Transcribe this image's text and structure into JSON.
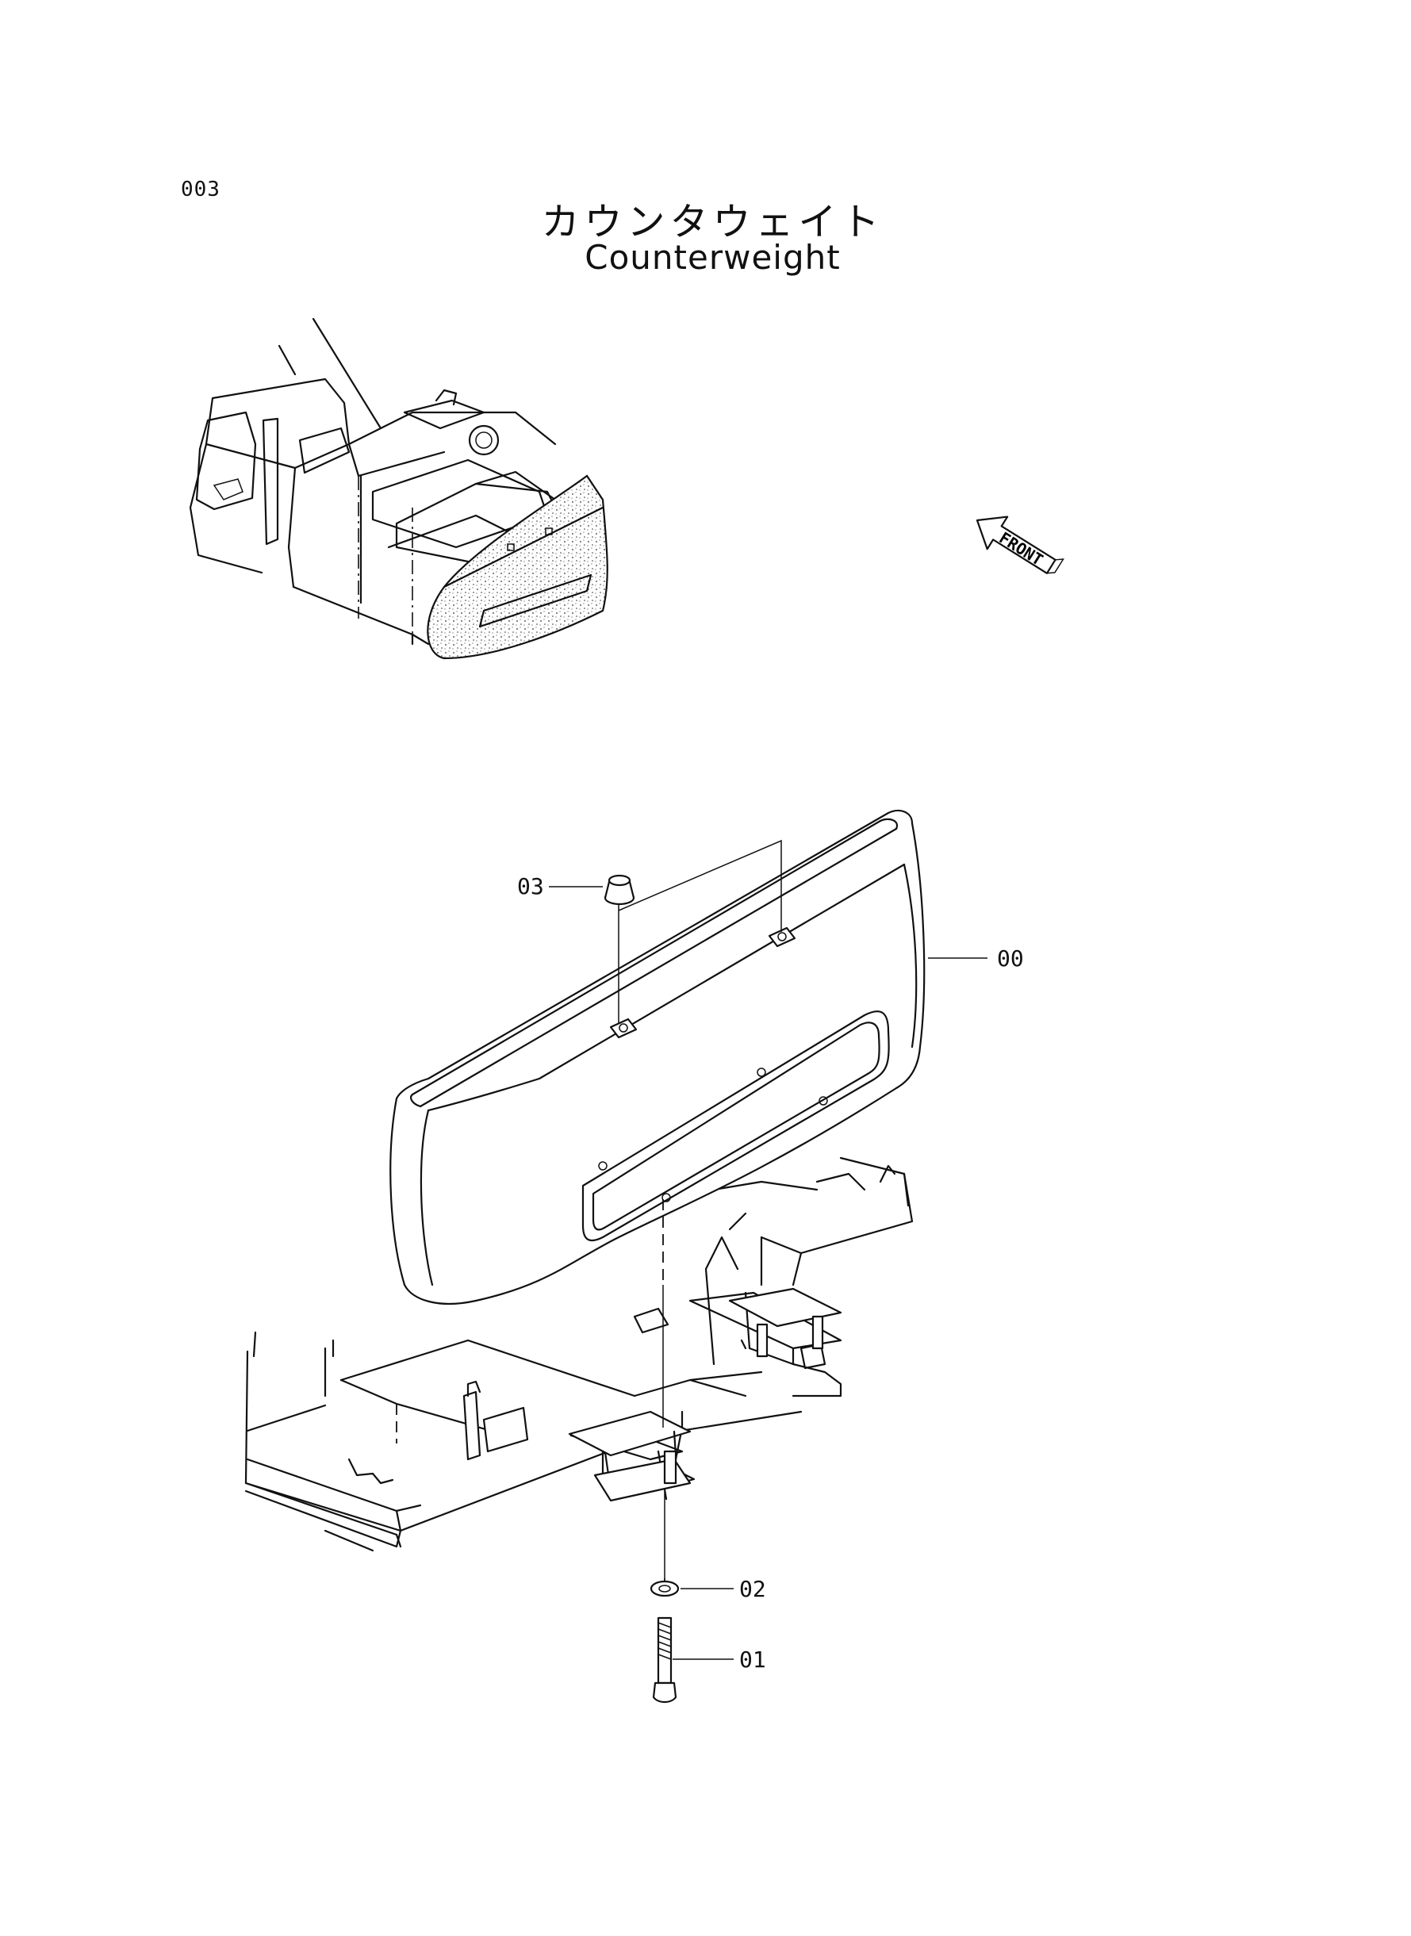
{
  "page_number": "003",
  "title_jp": "カウンタウェイト",
  "title_en": "Counterweight",
  "front_arrow_label": "FRONT",
  "callouts": {
    "part_00": "00",
    "part_01": "01",
    "part_02": "02",
    "part_03": "03"
  }
}
